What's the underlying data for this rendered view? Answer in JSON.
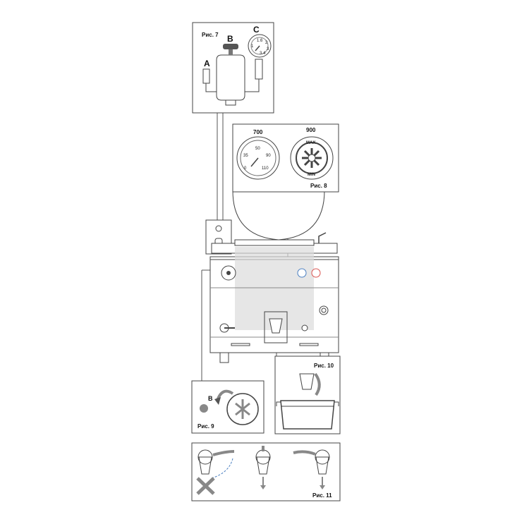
{
  "figures": {
    "fig7": {
      "caption": "Рис. 7",
      "label_a": "A",
      "label_b": "B",
      "label_c": "C",
      "gauge_ticks": [
        "1.6",
        "1",
        "2",
        "3",
        "3.4"
      ]
    },
    "fig8": {
      "caption": "Рис. 8",
      "model_left": "700",
      "model_right": "900",
      "thermo_ticks": [
        "0",
        "35",
        "50",
        "90",
        "110"
      ],
      "level_max": "MAX",
      "level_min": "MIN"
    },
    "fig9": {
      "caption": "Рис. 9",
      "label_b": "B"
    },
    "fig10": {
      "caption": "Рис. 10"
    },
    "fig11": {
      "caption": "Рис. 11"
    }
  },
  "colors": {
    "line": "#555555",
    "shade": "#dcdcdc",
    "accent_red": "#d9534f",
    "accent_blue": "#4a7fc1"
  }
}
